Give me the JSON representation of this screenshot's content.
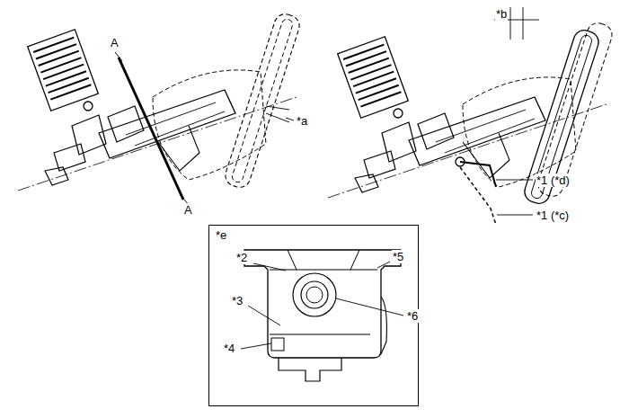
{
  "diagram": {
    "nodes": [
      {
        "text": [
          "*e"
        ]
      }
    ],
    "labels": [
      "A",
      "A",
      "*a",
      "*b",
      "*1 (*d)",
      "*1 (*c)",
      "*2",
      "*5",
      "*3",
      "*6",
      "*4"
    ]
  }
}
